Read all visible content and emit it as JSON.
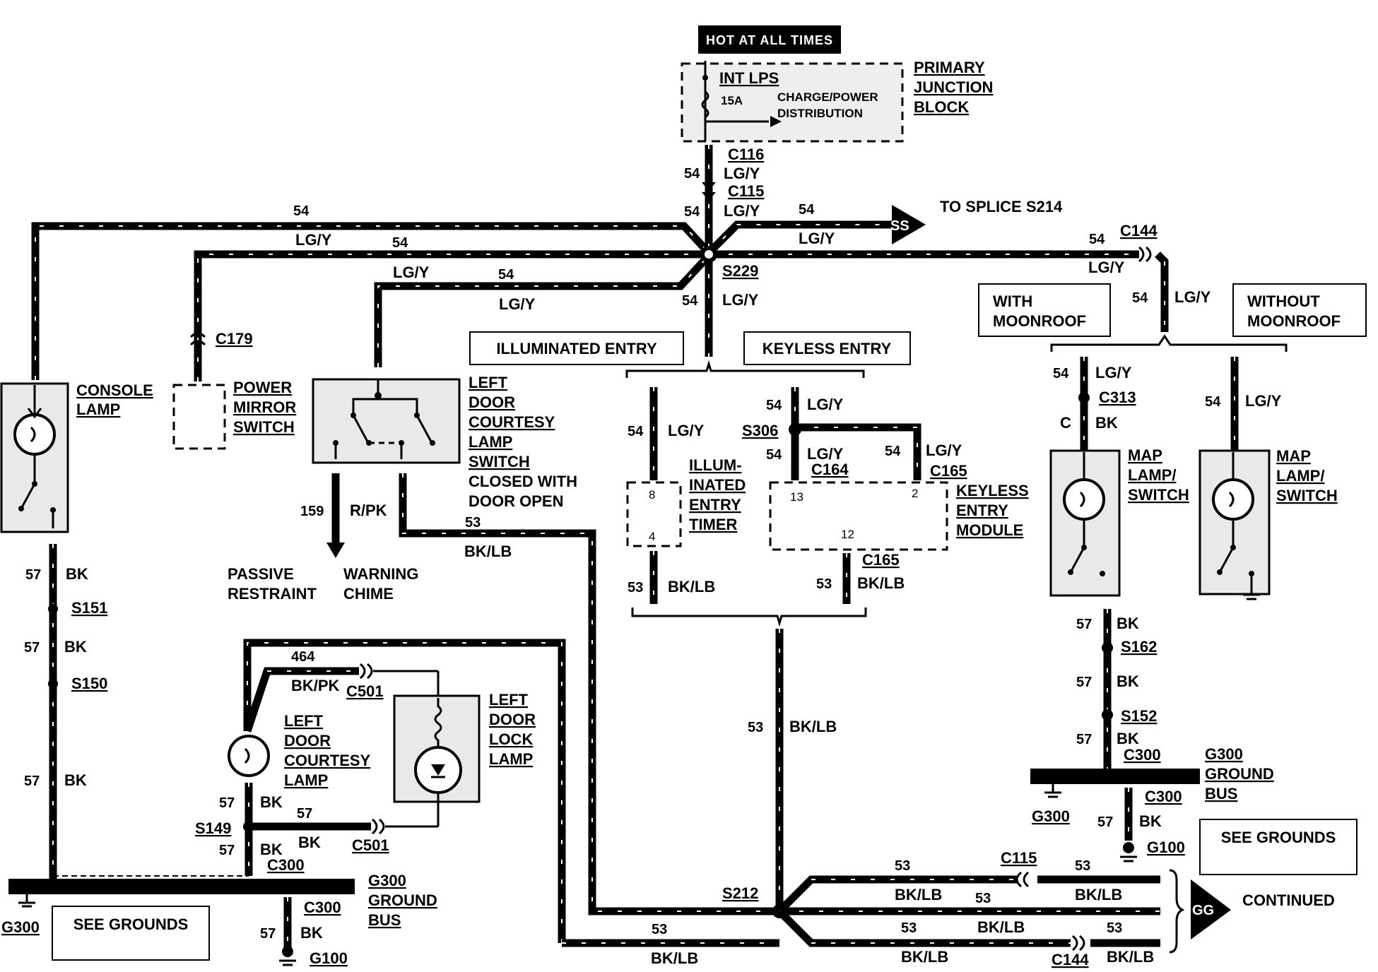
{
  "header": {
    "hot_at_all_times": "HOT AT ALL TIMES"
  },
  "fuse": {
    "name": "INT LPS",
    "rating": "15A",
    "dist": [
      "CHARGE/POWER",
      "DISTRIBUTION"
    ]
  },
  "junction_block": [
    "PRIMARY",
    "JUNCTION",
    "BLOCK"
  ],
  "circuits": {
    "c54": "54",
    "c53": "53",
    "c57": "57",
    "c159": "159",
    "c464": "464"
  },
  "colors": {
    "lgy": "LG/Y",
    "bk": "BK",
    "bklb": "BK/LB",
    "rpk": "R/PK",
    "bkpk": "BK/PK"
  },
  "connectors": {
    "c116": "C116",
    "c115": "C115",
    "c144": "C144",
    "c179": "C179",
    "c313": "C313",
    "c164": "C164",
    "c165": "C165",
    "c300": "C300",
    "c501": "C501",
    "c_letter": "C"
  },
  "splices": {
    "s229": "S229",
    "s306": "S306",
    "s151": "S151",
    "s150": "S150",
    "s149": "S149",
    "s162": "S162",
    "s152": "S152",
    "s212": "S212"
  },
  "grounds": {
    "g300": "G300",
    "g100": "G100",
    "see_grounds": "SEE GROUNDS",
    "ground_bus": [
      "G300",
      "GROUND",
      "BUS"
    ]
  },
  "to_splice": "TO SPLICE S214",
  "ss": "SS",
  "gg": "GG",
  "continued": "CONTINUED",
  "components": {
    "console_lamp": [
      "CONSOLE",
      "LAMP"
    ],
    "power_mirror": [
      "POWER",
      "MIRROR",
      "SWITCH"
    ],
    "left_door_switch": [
      "LEFT",
      "DOOR",
      "COURTESY",
      "LAMP",
      "SWITCH"
    ],
    "closed_note": [
      "CLOSED WITH",
      "DOOR OPEN"
    ],
    "illuminated_entry": "ILLUMINATED ENTRY",
    "keyless_entry": "KEYLESS ENTRY",
    "illum_timer": [
      "ILLUM-",
      "INATED",
      "ENTRY",
      "TIMER"
    ],
    "keyless_module": [
      "KEYLESS",
      "ENTRY",
      "MODULE"
    ],
    "with_moonroof": [
      "WITH",
      "MOONROOF"
    ],
    "without_moonroof": [
      "WITHOUT",
      "MOONROOF"
    ],
    "map_lamp": [
      "MAP",
      "LAMP/",
      "SWITCH"
    ],
    "passive_restraint": [
      "PASSIVE",
      "RESTRAINT"
    ],
    "warning_chime": [
      "WARNING",
      "CHIME"
    ],
    "left_door_courtesy_lamp": [
      "LEFT",
      "DOOR",
      "COURTESY",
      "LAMP"
    ],
    "left_door_lock_lamp": [
      "LEFT",
      "DOOR",
      "LOCK",
      "LAMP"
    ]
  },
  "pins": {
    "p8": "8",
    "p4": "4",
    "p13": "13",
    "p2": "2",
    "p12": "12"
  }
}
